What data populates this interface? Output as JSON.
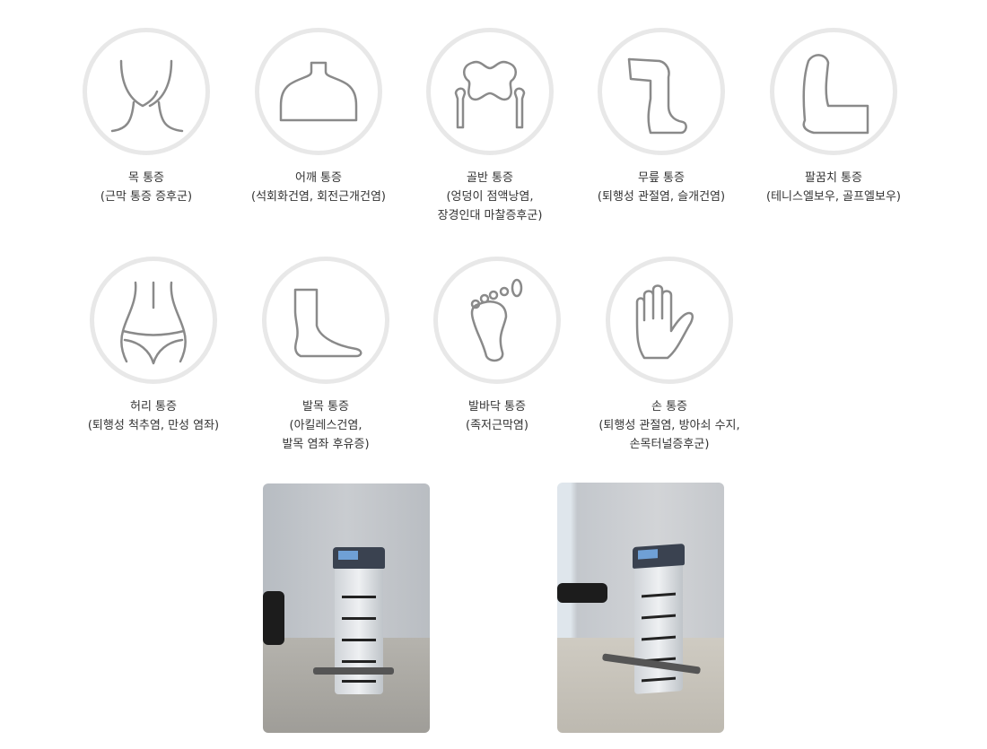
{
  "conditions": [
    {
      "icon": "neck-icon",
      "title": "목 통증",
      "lines": [
        "(근막 통증 증후군)"
      ]
    },
    {
      "icon": "shoulder-icon",
      "title": "어깨 통증",
      "lines": [
        "(석회화건염, 회전근개건염)"
      ]
    },
    {
      "icon": "pelvis-icon",
      "title": "골반 통증",
      "lines": [
        "(엉덩이 점액낭염,",
        "장경인대 마찰증후군)"
      ]
    },
    {
      "icon": "knee-icon",
      "title": "무릎 통증",
      "lines": [
        "(퇴행성 관절염, 슬개건염)"
      ]
    },
    {
      "icon": "elbow-icon",
      "title": "팔꿈치 통증",
      "lines": [
        "(테니스엘보우, 골프엘보우)"
      ]
    },
    {
      "icon": "waist-icon",
      "title": "허리 통증",
      "lines": [
        "(퇴행성 척추염, 만성 염좌)"
      ]
    },
    {
      "icon": "ankle-icon",
      "title": "발목 통증",
      "lines": [
        "(아킬레스건염,",
        "발목 염좌 후유증)"
      ]
    },
    {
      "icon": "foot-sole-icon",
      "title": "발바닥 통증",
      "lines": [
        "(족저근막염)"
      ]
    },
    {
      "icon": "hand-icon",
      "title": "손 통증",
      "lines": [
        "(퇴행성 관절염, 방아쇠 수지,",
        "손목터널증후군)"
      ]
    }
  ]
}
